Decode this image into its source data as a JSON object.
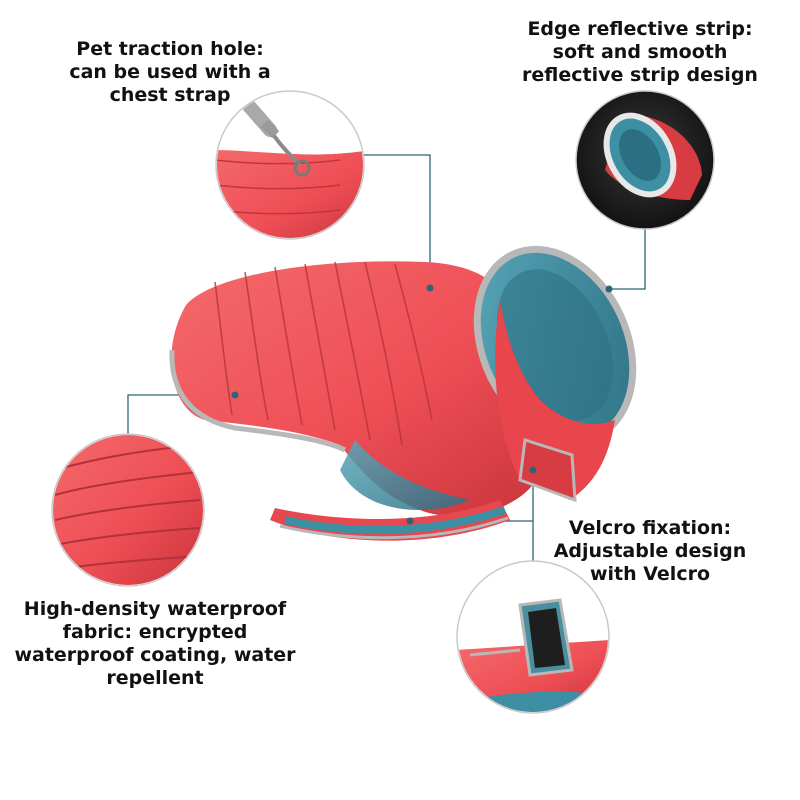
{
  "callouts": {
    "traction": {
      "lines": [
        "Pet traction hole:",
        "can be used with a",
        "chest strap"
      ]
    },
    "edge": {
      "lines": [
        "Edge reflective strip:",
        "soft and smooth",
        "reflective strip design"
      ]
    },
    "velcro": {
      "lines": [
        "Velcro fixation:",
        "Adjustable design",
        "with Velcro"
      ]
    },
    "fabric": {
      "lines": [
        "High-density waterproof",
        "fabric: encrypted",
        "waterproof coating, water",
        "repellent"
      ]
    }
  },
  "colors": {
    "coat_red": "#f0555a",
    "coat_red_dark": "#c9343b",
    "lining_teal": "#3d8fa3",
    "lining_teal_dark": "#2c6f82",
    "reflective_grey": "#b8b8b8",
    "leader_line": "#2e6478",
    "inset_border": "#c9c9c9",
    "text": "#111111"
  },
  "icons": [
    "leash-clip-icon",
    "reflective-collar-icon",
    "velcro-flap-icon",
    "quilted-fabric-icon"
  ]
}
